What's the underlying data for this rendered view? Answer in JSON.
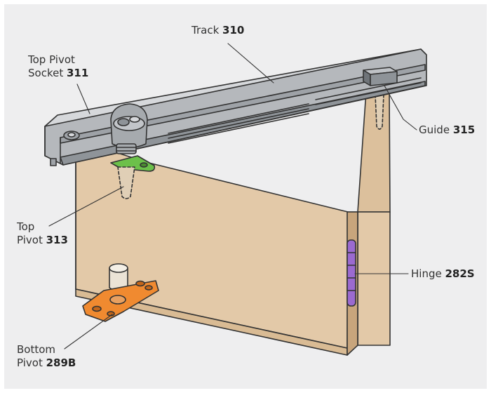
{
  "colors": {
    "background": "#eeeeef",
    "frame": "#ffffff",
    "track": "#b5b8bc",
    "wood": "#e3c9a8",
    "wood_dark": "#cfae86",
    "outline": "#333333",
    "top_pivot_plate": "#6cc04a",
    "bottom_pivot_plate": "#f08a30",
    "hinge": "#9b6ad0"
  },
  "labels": {
    "track": {
      "name": "Track",
      "code": "310"
    },
    "top_pivot_socket": {
      "line1": "Top Pivot",
      "line2": "Socket",
      "code": "311"
    },
    "guide": {
      "name": "Guide",
      "code": "315"
    },
    "top_pivot": {
      "line1": "Top",
      "line2": "Pivot",
      "code": "313"
    },
    "hinge": {
      "name": "Hinge",
      "code": "282S"
    },
    "bottom_pivot": {
      "line1": "Bottom",
      "line2": "Pivot",
      "code": "289B"
    }
  }
}
